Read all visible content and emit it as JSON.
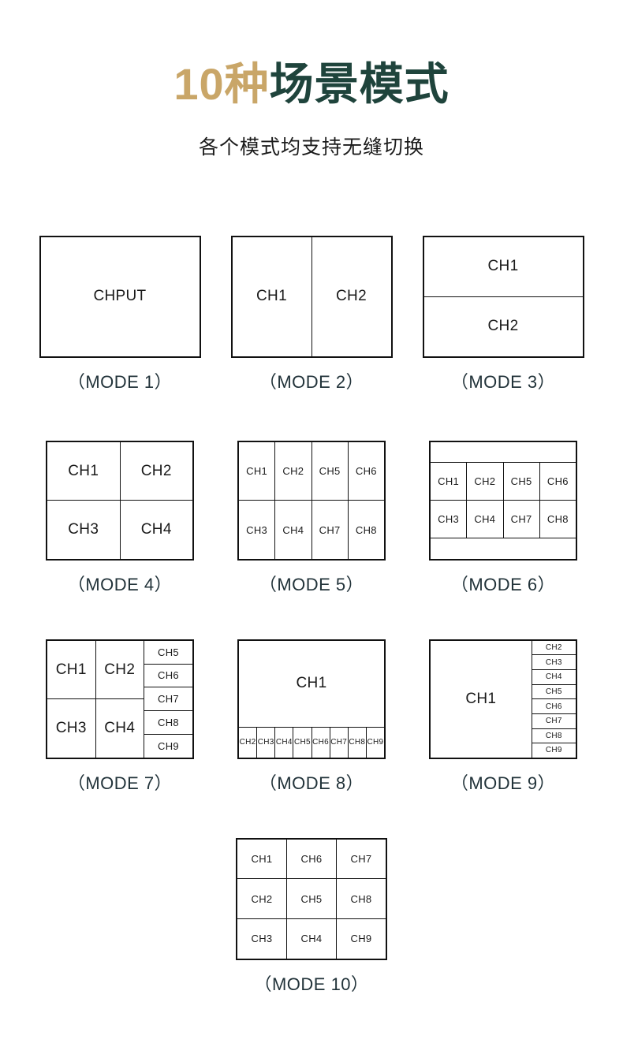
{
  "header": {
    "title_accent": "10种",
    "title_main": "场景模式",
    "subtitle": "各个模式均支持无缝切换",
    "accent_color": "#c9a668",
    "main_color": "#1f443c",
    "subtitle_color": "#1c1c1c"
  },
  "label_color": "#22333a",
  "modes": [
    {
      "id": "mode-1",
      "label": "（MODE 1）",
      "layout": "single",
      "cells": [
        "CHPUT"
      ]
    },
    {
      "id": "mode-2",
      "label": "（MODE 2）",
      "layout": "two-column",
      "cells": [
        "CH1",
        "CH2"
      ]
    },
    {
      "id": "mode-3",
      "label": "（MODE 3）",
      "layout": "two-row",
      "cells": [
        "CH1",
        "CH2"
      ]
    },
    {
      "id": "mode-4",
      "label": "（MODE 4）",
      "layout": "grid-2x2",
      "cells": [
        "CH1",
        "CH2",
        "CH3",
        "CH4"
      ]
    },
    {
      "id": "mode-5",
      "label": "（MODE 5）",
      "layout": "grid-4x2",
      "row1": [
        "CH1",
        "CH2",
        "CH5",
        "CH6"
      ],
      "row2": [
        "CH3",
        "CH4",
        "CH7",
        "CH8"
      ]
    },
    {
      "id": "mode-6",
      "label": "（MODE 6）",
      "layout": "grid-4x2-letterbox",
      "row1": [
        "CH1",
        "CH2",
        "CH5",
        "CH6"
      ],
      "row2": [
        "CH3",
        "CH4",
        "CH7",
        "CH8"
      ],
      "bar_top": "",
      "bar_bottom": ""
    },
    {
      "id": "mode-7",
      "label": "（MODE 7）",
      "layout": "quad-plus-side5",
      "main": [
        "CH1",
        "CH2",
        "CH3",
        "CH4"
      ],
      "side": [
        "CH5",
        "CH6",
        "CH7",
        "CH8",
        "CH9"
      ]
    },
    {
      "id": "mode-8",
      "label": "（MODE 8）",
      "layout": "main-plus-bottom8",
      "main": "CH1",
      "strip": [
        "CH2",
        "CH3",
        "CH4",
        "CH5",
        "CH6",
        "CH7",
        "CH8",
        "CH9"
      ]
    },
    {
      "id": "mode-9",
      "label": "（MODE 9）",
      "layout": "main-plus-side8",
      "main": "CH1",
      "side": [
        "CH2",
        "CH3",
        "CH4",
        "CH5",
        "CH6",
        "CH7",
        "CH8",
        "CH9"
      ]
    },
    {
      "id": "mode-10",
      "label": "（MODE 10）",
      "layout": "grid-3x3",
      "row1": [
        "CH1",
        "CH6",
        "CH7"
      ],
      "row2": [
        "CH2",
        "CH5",
        "CH8"
      ],
      "row3": [
        "CH3",
        "CH4",
        "CH9"
      ]
    }
  ]
}
